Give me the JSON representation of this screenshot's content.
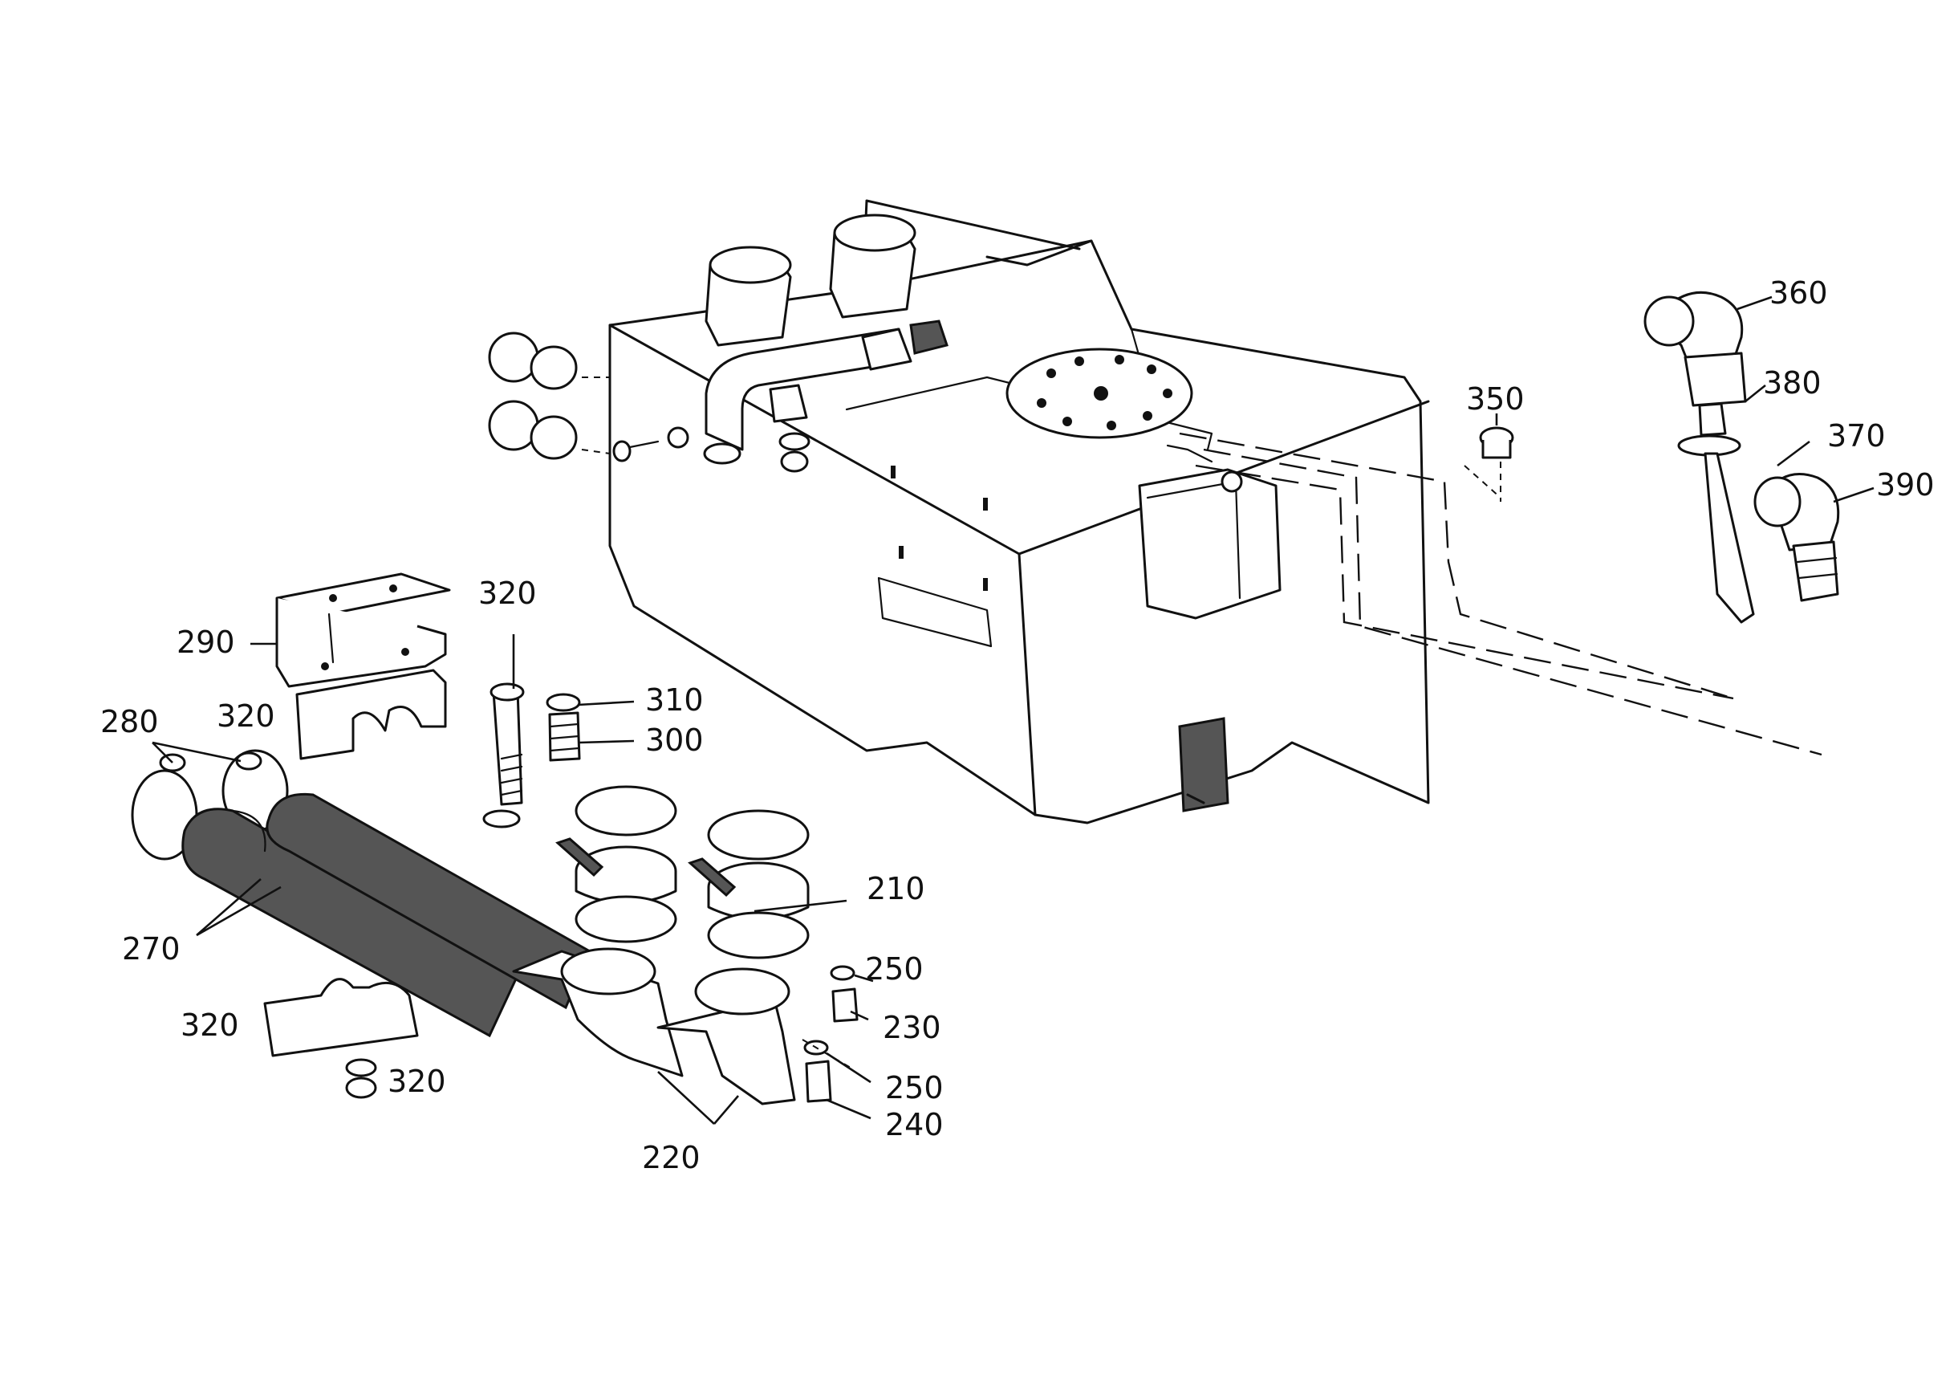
{
  "callouts": {
    "c210": "210",
    "c220": "220",
    "c230": "230",
    "c240": "240",
    "c250a": "250",
    "c250b": "250",
    "c270": "270",
    "c280": "280",
    "c290": "290",
    "c300": "300",
    "c310": "310",
    "c320a": "320",
    "c320b": "320",
    "c320c": "320",
    "c320d": "320",
    "c350": "350",
    "c360": "360",
    "c370": "370",
    "c380": "380",
    "c390": "390"
  }
}
